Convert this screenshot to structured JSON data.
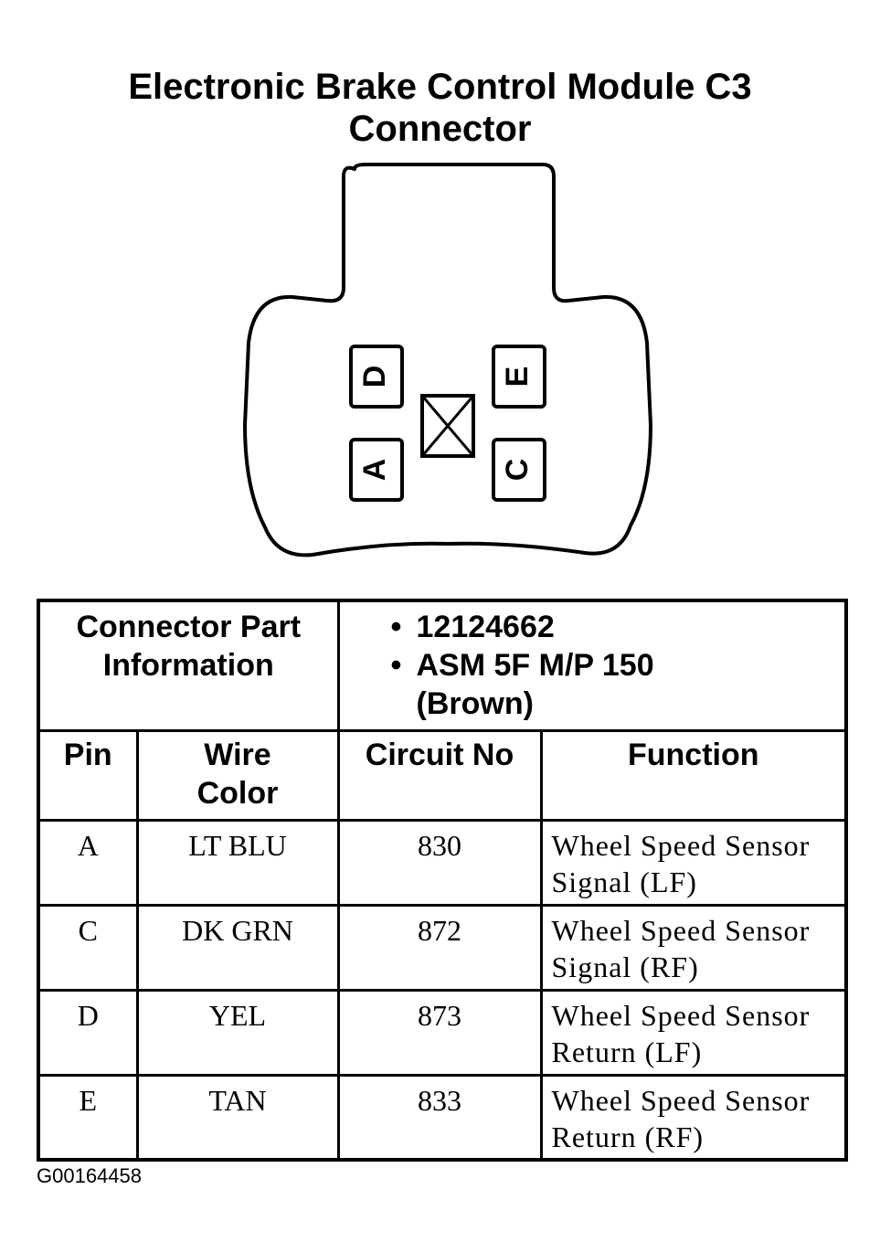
{
  "title": {
    "line1": "Electronic Brake Control Module C3",
    "line2": "Connector"
  },
  "connector": {
    "pins": [
      "D",
      "E",
      "A",
      "C"
    ]
  },
  "part_info": {
    "label_line1": "Connector Part",
    "label_line2": "Information",
    "items": [
      "12124662",
      "ASM 5F M/P 150",
      "(Brown)"
    ]
  },
  "table": {
    "headers": {
      "pin": "Pin",
      "wire_color_1": "Wire",
      "wire_color_2": "Color",
      "circuit": "Circuit No",
      "function": "Function"
    },
    "rows": [
      {
        "pin": "A",
        "wire": "LT BLU",
        "circuit": "830",
        "function_1": "Wheel Speed Sensor",
        "function_2": "Signal (LF)"
      },
      {
        "pin": "C",
        "wire": "DK GRN",
        "circuit": "872",
        "function_1": "Wheel Speed Sensor",
        "function_2": "Signal (RF)"
      },
      {
        "pin": "D",
        "wire": "YEL",
        "circuit": "873",
        "function_1": "Wheel Speed Sensor",
        "function_2": "Return (LF)"
      },
      {
        "pin": "E",
        "wire": "TAN",
        "circuit": "833",
        "function_1": "Wheel Speed Sensor",
        "function_2": "Return (RF)"
      }
    ]
  },
  "figure_id": "G00164458"
}
